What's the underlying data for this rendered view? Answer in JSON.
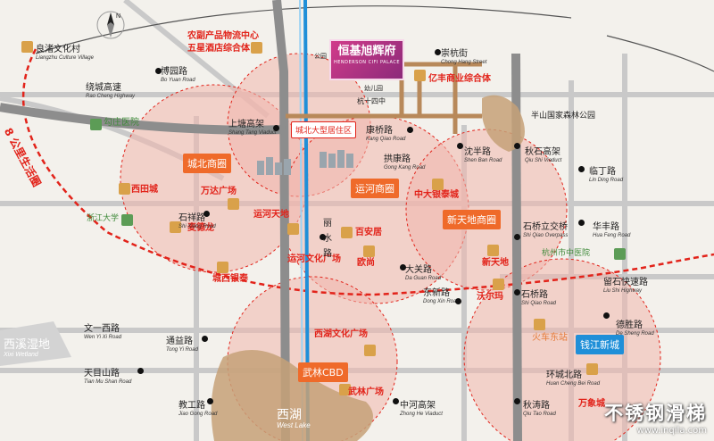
{
  "project": {
    "name": "恒基旭辉府",
    "subtitle": "HENDERSON CIFI PALACE"
  },
  "ring_label": "8 公里生活圈",
  "watermark": {
    "text": "不锈钢滑梯",
    "url": "www.inqila.com"
  },
  "districts": [
    {
      "id": "chengbei",
      "label": "城北商圈"
    },
    {
      "id": "yunhe",
      "label": "运河商圈"
    },
    {
      "id": "xintiandi",
      "label": "新天地商圈"
    },
    {
      "id": "qianjiang",
      "label": "钱江新城"
    },
    {
      "id": "wulin",
      "label": "武林CBD"
    },
    {
      "id": "chengbei_big",
      "label": "城北大型居住区"
    }
  ],
  "pois": {
    "liangzhu": "良渚文化村",
    "nongfa": "农副产品物流中心",
    "wuxing": "五星酒店综合体",
    "goujia": "勾庄医院",
    "xitian": "西田城",
    "wanda": "万达广场",
    "zhejiang_univ": "浙江大学",
    "maidelong": "麦德龙",
    "yunhe_tiandi": "运河天地",
    "yunhe_culture": "运河文化广场",
    "xiwanyinmu": "西溪湿地",
    "xiwan_en": "Xixi Wetland",
    "chengxi_yintai": "城西银泰",
    "xianju": "百安居",
    "oushang": "欧尚",
    "zhongda_yintai": "中大银泰城",
    "xintiandi_poi": "新天地",
    "woerma": "沃尔玛",
    "yifeng": "亿丰商业综合体",
    "banshan": "半山国家森林公园",
    "hangzhou_hosp": "杭州市中医院",
    "huochedong": "火车东站",
    "xihu_culture": "西湖文化广场",
    "wulin_square": "武林广场",
    "wanxiang": "万象城",
    "xihu": "西湖",
    "xihu_en": "West Lake",
    "youeryuan": "幼儿园",
    "hangshisi": "杭十四中",
    "gongyuan": "公园"
  },
  "roads": [
    {
      "cn": "绕城高速",
      "en": "Rao Cheng Highway"
    },
    {
      "cn": "博园路",
      "en": "Bo Yuan Road"
    },
    {
      "cn": "上塘高架",
      "en": "Shang Tang Viaduct"
    },
    {
      "cn": "康桥路",
      "en": "Kang Qiao Road"
    },
    {
      "cn": "拱康路",
      "en": "Gong Kang Road"
    },
    {
      "cn": "崇杭街",
      "en": "Chong Hang Street"
    },
    {
      "cn": "沈半路",
      "en": "Shen Ban Road"
    },
    {
      "cn": "秋石高架",
      "en": "Qiu Shi Viaduct"
    },
    {
      "cn": "临丁路",
      "en": "Lin Ding Road"
    },
    {
      "cn": "石祥路",
      "en": "Shi Xiang Road"
    },
    {
      "cn": "丽水路",
      "en": ""
    },
    {
      "cn": "石桥立交桥",
      "en": "Shi Qiao Overpass"
    },
    {
      "cn": "华丰路",
      "en": "Hua Feng Road"
    },
    {
      "cn": "留石快速路",
      "en": "Liu Shi Highway"
    },
    {
      "cn": "大关路",
      "en": "Da Guan Road"
    },
    {
      "cn": "东新路",
      "en": "Dong Xin Road"
    },
    {
      "cn": "石桥路",
      "en": "Shi Qiao Road"
    },
    {
      "cn": "文一西路",
      "en": "Wen Yi Xi Road"
    },
    {
      "cn": "德胜路",
      "en": "De Sheng Road"
    },
    {
      "cn": "通益路",
      "en": "Tong Yi Road"
    },
    {
      "cn": "天目山路",
      "en": "Tian Mu Shan Road"
    },
    {
      "cn": "环城北路",
      "en": "Huan Cheng Bei Road"
    },
    {
      "cn": "教工路",
      "en": "Jiao Gong Road"
    },
    {
      "cn": "中河高架",
      "en": "Zhong He Viaduct"
    },
    {
      "cn": "秋涛路",
      "en": "Qiu Tao Road"
    },
    {
      "cn": "良渚文化村",
      "en": "Liangzhu Culture Village"
    }
  ]
}
